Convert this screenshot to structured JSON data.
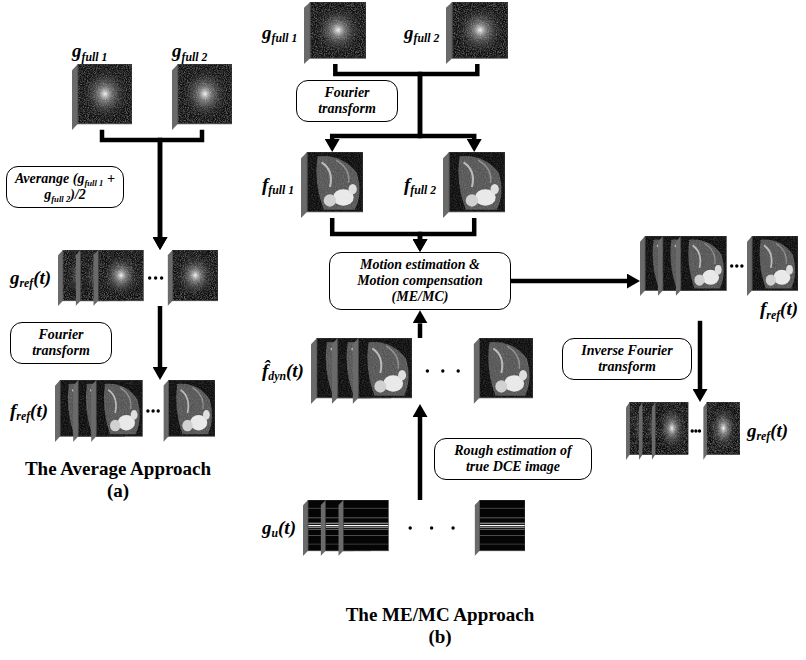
{
  "diagram": {
    "nodes": [
      {
        "text": [
          "gfull 1"
        ]
      },
      {
        "text": [
          "gfull 2"
        ]
      },
      {
        "text": [
          "Averange (gfull 1 + gfull 2)/2"
        ]
      },
      {
        "text": [
          "gref(t)"
        ]
      },
      {
        "text": [
          "Fourier transform"
        ]
      },
      {
        "text": [
          "fref(t)"
        ]
      },
      {
        "text": [
          "gfull 1"
        ]
      },
      {
        "text": [
          "gfull 2"
        ]
      },
      {
        "text": [
          "Fourier transform"
        ]
      },
      {
        "text": [
          "ffull 1"
        ]
      },
      {
        "text": [
          "ffull 2"
        ]
      },
      {
        "text": [
          "Motion estimation & Motion compensation (ME/MC)"
        ]
      },
      {
        "text": [
          "fref(t)"
        ]
      },
      {
        "text": [
          "Inverse Fourier transform"
        ]
      },
      {
        "text": [
          "gref(t)"
        ]
      },
      {
        "text": [
          "f̂dyn(t)"
        ]
      },
      {
        "text": [
          "Rough estimation of true DCE image"
        ]
      },
      {
        "text": [
          "gu(t)"
        ]
      }
    ],
    "edges": [
      {
        "from": 0,
        "to": 3,
        "arrow": "to"
      },
      {
        "from": 1,
        "to": 3,
        "arrow": "to"
      },
      {
        "from": 3,
        "to": 5,
        "arrow": "to"
      },
      {
        "from": 6,
        "to": 9,
        "arrow": "to"
      },
      {
        "from": 7,
        "to": 10,
        "arrow": "to"
      },
      {
        "from": 9,
        "to": 11,
        "arrow": "to"
      },
      {
        "from": 10,
        "to": 11,
        "arrow": "to"
      },
      {
        "from": 11,
        "to": 12,
        "arrow": "to"
      },
      {
        "from": 12,
        "to": 14,
        "arrow": "to"
      },
      {
        "from": 15,
        "to": 11,
        "arrow": "to"
      },
      {
        "from": 17,
        "to": 15,
        "arrow": "to"
      }
    ],
    "labels": [
      "The Average Approach",
      "(a)",
      "The ME/MC Approach",
      "(b)"
    ]
  }
}
